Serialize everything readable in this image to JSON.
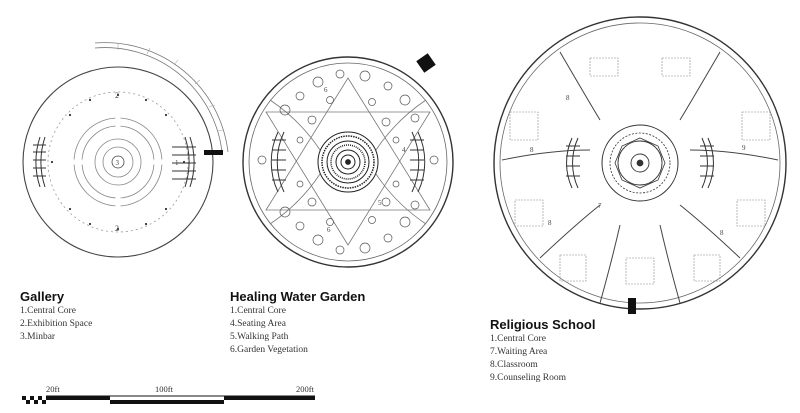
{
  "gallery": {
    "title": "Gallery",
    "legend": [
      "1.Central Core",
      "2.Exhibition Space",
      "3.Minbar"
    ],
    "plan_labels": {
      "core": "1",
      "exhibition_top": "2",
      "exhibition_bottom": "2",
      "minbar": "3"
    }
  },
  "garden": {
    "title": "Healing Water Garden",
    "legend": [
      "1.Central Core",
      "4.Seating Area",
      "5.Walking Path",
      "6.Garden Vegetation"
    ],
    "plan_labels": {
      "seating": "4",
      "path": "5",
      "vegetation_a": "6",
      "vegetation_b": "6"
    }
  },
  "school": {
    "title": "Religious School",
    "legend": [
      "1.Central Core",
      "7.Waiting Area",
      "8.Classroom",
      "9.Counseling Room"
    ],
    "plan_labels": {
      "waiting": "7",
      "classroom_a": "8",
      "classroom_b": "8",
      "classroom_c": "8",
      "classroom_d": "8",
      "counseling": "9"
    }
  },
  "scale_bar": {
    "labels": [
      "20ft",
      "100ft",
      "200ft"
    ]
  }
}
